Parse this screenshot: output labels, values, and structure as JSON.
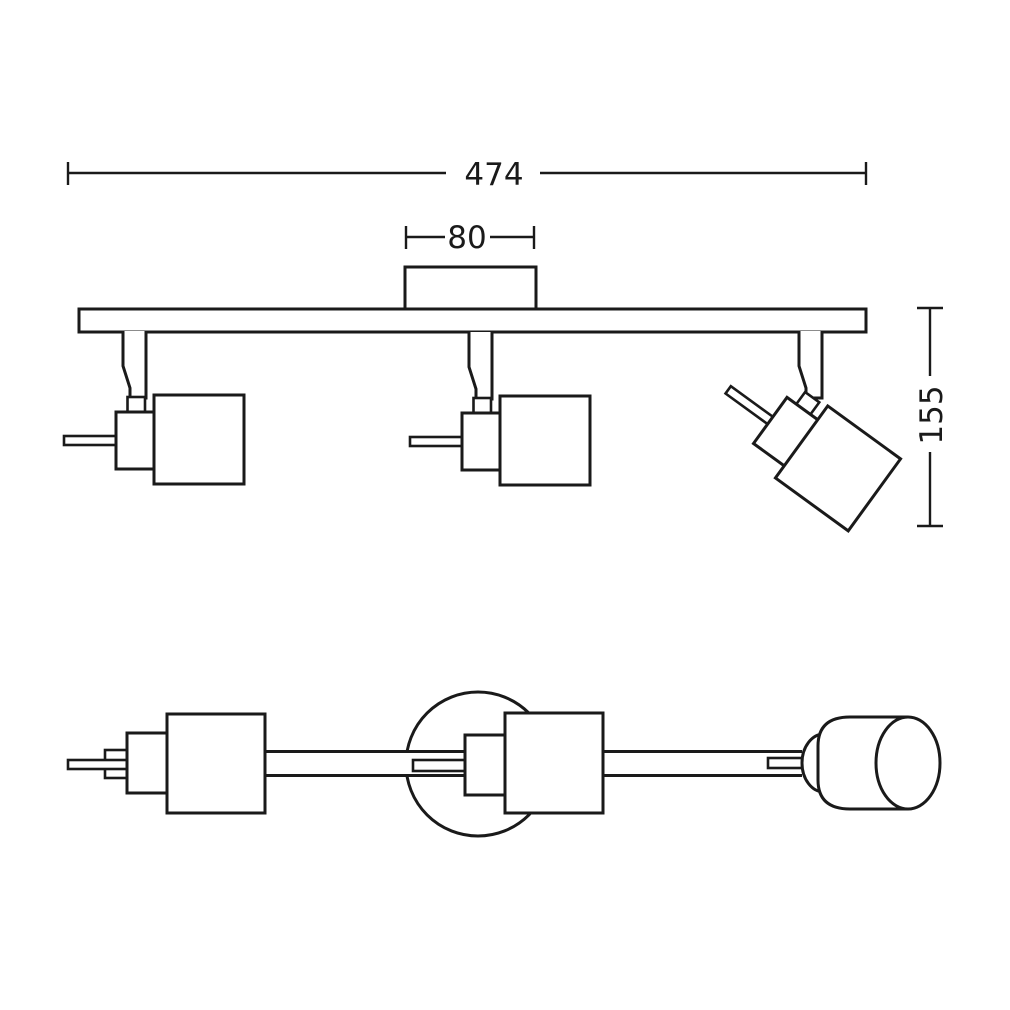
{
  "colors": {
    "line": "#1a1a1a",
    "background": "#ffffff"
  },
  "dimensions": {
    "overall_width": {
      "label": "474"
    },
    "canopy_width": {
      "label": "80"
    },
    "fixture_height": {
      "label": "155"
    }
  }
}
